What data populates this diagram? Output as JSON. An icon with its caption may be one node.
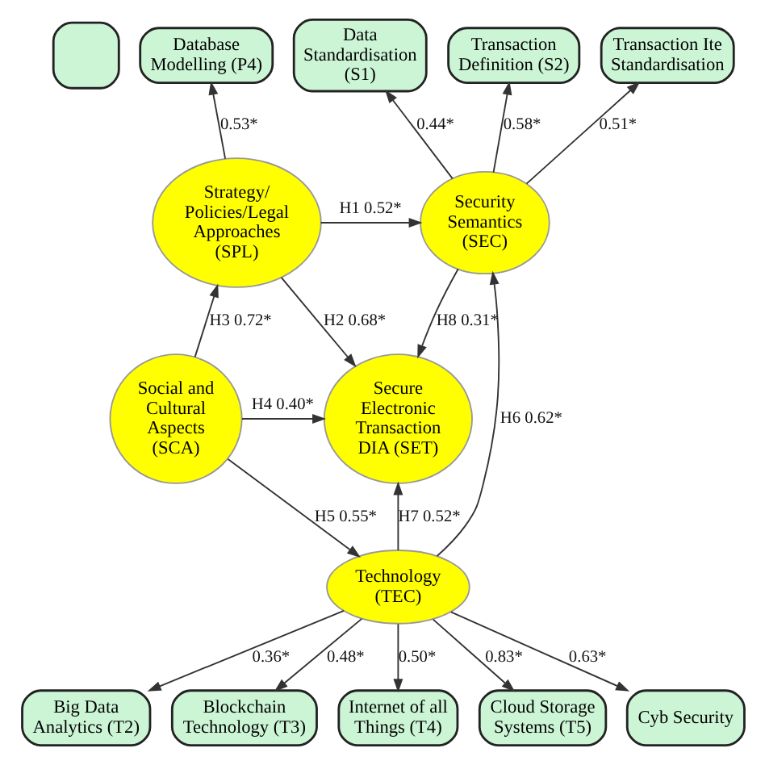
{
  "diagram": {
    "nodes": [
      {
        "text": [],
        "shape": "box"
      },
      {
        "text": [
          "Database Modelling (P4)"
        ]
      },
      {
        "text": [
          "Data Standardisation (S1)"
        ]
      },
      {
        "text": [
          "Transaction Definition (S2)"
        ]
      },
      {
        "text": [
          "Transaction Ite Standardisation"
        ]
      },
      {
        "text": [
          "Strategy/ Policies/Legal Approaches (SPL)"
        ]
      },
      {
        "text": [
          "Security Semantics (SEC)"
        ]
      },
      {
        "text": [
          "Social and Cultural Aspects (SCA)"
        ]
      },
      {
        "text": [
          "Secure Electronic Transaction DIA (SET)"
        ]
      },
      {
        "text": [
          "Technology (TEC)"
        ]
      },
      {
        "text": [
          "Big Data Analytics (T2)"
        ]
      },
      {
        "text": [
          "Blockchain Technology (T3)"
        ]
      },
      {
        "text": [
          "Internet of all Things (T4)"
        ]
      },
      {
        "text": [
          "Cloud Storage Systems (T5)"
        ]
      },
      {
        "text": [
          "Cyb Security"
        ]
      }
    ],
    "edges": [
      {
        "from": 5,
        "to": 1,
        "arrow": "to",
        "label": "0.53*"
      },
      {
        "from": 6,
        "to": 2,
        "arrow": "to",
        "label": "0.44*"
      },
      {
        "from": 6,
        "to": 3,
        "arrow": "to",
        "label": "0.58*"
      },
      {
        "from": 6,
        "to": 4,
        "arrow": "to",
        "label": "0.51*"
      },
      {
        "from": 5,
        "to": 6,
        "arrow": "to",
        "label": "H1 0.52*"
      },
      {
        "from": 5,
        "to": 8,
        "arrow": "to",
        "label": "H2 0.68*"
      },
      {
        "from": 7,
        "to": 5,
        "arrow": "to",
        "label": "H3 0.72*"
      },
      {
        "from": 7,
        "to": 8,
        "arrow": "to",
        "label": "H4 0.40*"
      },
      {
        "from": 7,
        "to": 9,
        "arrow": "to",
        "label": "H5 0.55*"
      },
      {
        "from": 9,
        "to": 6,
        "arrow": "to",
        "label": "H6 0.62*"
      },
      {
        "from": 9,
        "to": 8,
        "arrow": "to",
        "label": "H7 0.52*"
      },
      {
        "from": 6,
        "to": 8,
        "arrow": "to",
        "label": "H8 0.31*"
      },
      {
        "from": 9,
        "to": 10,
        "arrow": "to",
        "label": "0.36*"
      },
      {
        "from": 9,
        "to": 11,
        "arrow": "to",
        "label": "0.48*"
      },
      {
        "from": 9,
        "to": 12,
        "arrow": "to",
        "label": "0.50*"
      },
      {
        "from": 9,
        "to": 13,
        "arrow": "to",
        "label": "0.83*"
      },
      {
        "from": 9,
        "to": 14,
        "arrow": "to",
        "label": "0.63*"
      }
    ]
  }
}
